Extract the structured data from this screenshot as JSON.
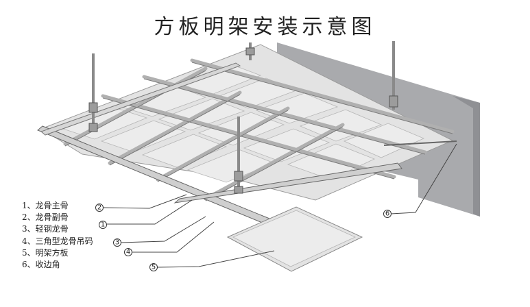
{
  "title": "方板明架安装示意图",
  "legend": [
    "1、龙骨主骨",
    "2、龙骨副骨",
    "3、轻钢龙骨",
    "4、三角型龙骨吊码",
    "5、明架方板",
    "6、收边角"
  ],
  "callouts": [
    "1",
    "2",
    "3",
    "4",
    "5",
    "6"
  ],
  "colors": {
    "panel": "#e4e4e4",
    "grid": "#bdbdbd",
    "wall": "#a9aaad",
    "line": "#555555"
  }
}
